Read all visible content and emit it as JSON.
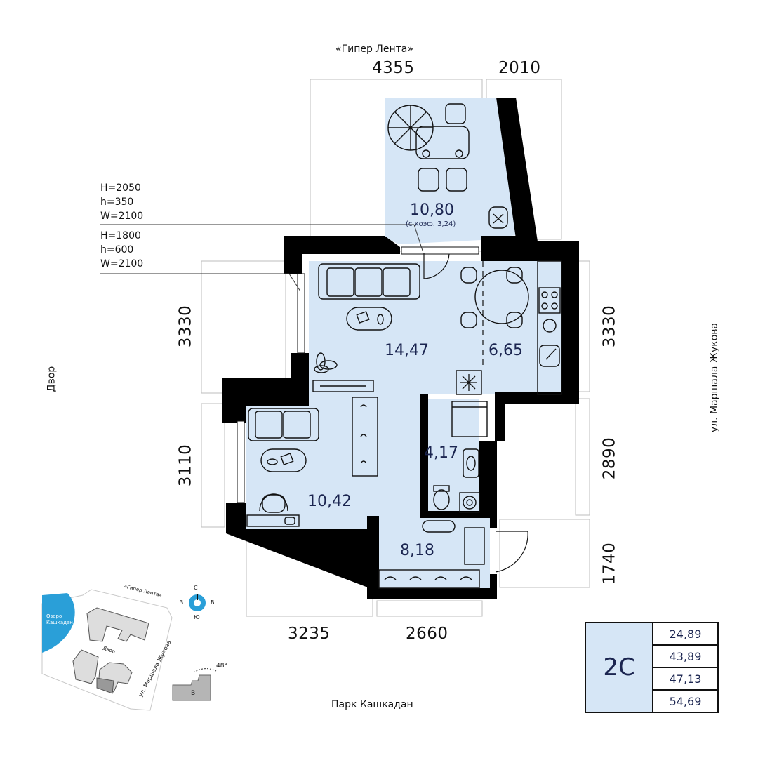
{
  "labels": {
    "top_store": "«Гипер Лента»",
    "dim_top_left": "4355",
    "dim_top_right": "2010",
    "dim_left_upper": "3330",
    "dim_left_lower": "3110",
    "dim_right_upper": "3330",
    "dim_right_mid": "2890",
    "dim_right_lower": "1740",
    "dim_bottom_left": "3235",
    "dim_bottom_right": "2660",
    "side_left": "Двор",
    "side_right": "ул. Маршала Жукова",
    "bottom_park": "Парк Кашкадан"
  },
  "window_specs": [
    {
      "lines": [
        "H=2050",
        "h=350",
        "W=2100"
      ]
    },
    {
      "lines": [
        "H=1800",
        "h=600",
        "W=2100"
      ]
    }
  ],
  "rooms": {
    "balcony": {
      "area": "10,80",
      "note": "(с коэф. 3,24)"
    },
    "living": {
      "area": "14,47"
    },
    "kitchen": {
      "area": "6,65"
    },
    "bedroom": {
      "area": "10,42"
    },
    "bathroom": {
      "area": "4,17"
    },
    "hall": {
      "area": "8,18"
    }
  },
  "summary": {
    "code": "2С",
    "values": [
      "24,89",
      "43,89",
      "47,13",
      "54,69"
    ]
  },
  "minimap": {
    "store": "«Гипер Лента»",
    "lake_line1": "Озеро",
    "lake_line2": "Кашкадан",
    "yard": "Двор",
    "street": "ул. Маршала Жукова",
    "compass": {
      "n": "С",
      "s": "Ю",
      "w": "З",
      "e": "В"
    },
    "angle": "48°",
    "building": "В"
  },
  "colors": {
    "room_fill": "#d6e6f6",
    "wall": "#000000",
    "lake": "#2a9fd8",
    "text_dark": "#1b2550"
  }
}
